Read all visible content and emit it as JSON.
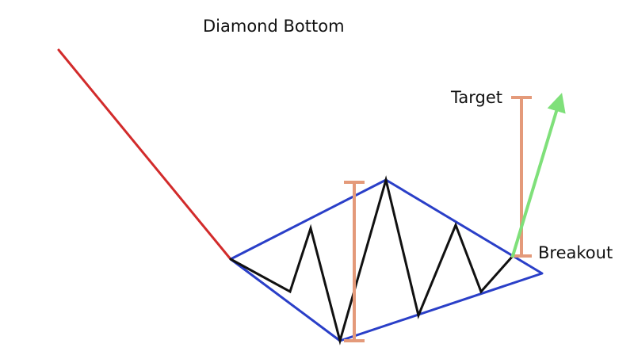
{
  "title": "Diamond Bottom",
  "labels": {
    "target": "Target",
    "breakout": "Breakout"
  },
  "colors": {
    "downtrend": "#d22b2b",
    "diamond_outline": "#2a3fc8",
    "price_path": "#111111",
    "measure_bars": "#e49a7a",
    "target_arrow": "#7fe07a",
    "text": "#111111"
  }
}
